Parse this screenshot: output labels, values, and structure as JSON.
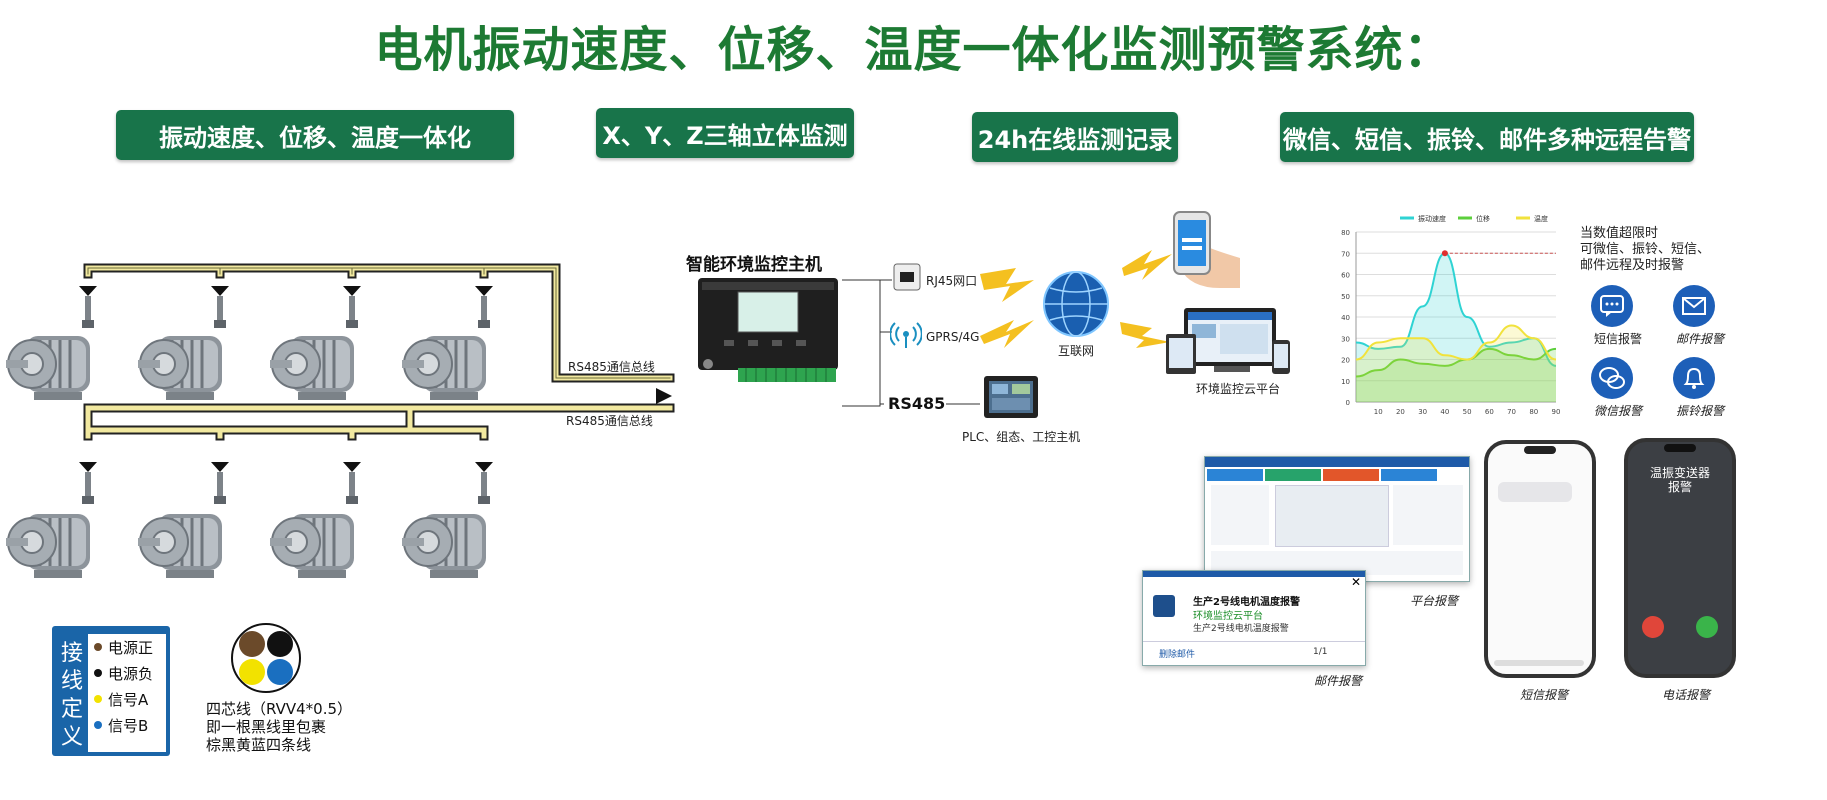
{
  "title": "电机振动速度、位移、温度一体化监测预警系统：",
  "badges": [
    "振动速度、位移、温度一体化",
    "X、Y、Z三轴立体监测",
    "24h在线监测记录",
    "微信、短信、振铃、邮件多种远程告警"
  ],
  "host": {
    "title": "智能环境监控主机"
  },
  "bus": {
    "label1": "RS485通信总线",
    "label2": "RS485通信总线"
  },
  "links": {
    "rj45": "RJ45网口",
    "gprs": "GPRS/4G",
    "rs485": "RS485",
    "plc": "PLC、组态、工控主机",
    "internet": "互联网",
    "cloud": "环境监控云平台"
  },
  "wiring": {
    "title": "接线定义",
    "items": [
      {
        "label": "电源正",
        "color": "#6b4a2a"
      },
      {
        "label": "电源负",
        "color": "#111111"
      },
      {
        "label": "信号A",
        "color": "#f2e200"
      },
      {
        "label": "信号B",
        "color": "#1a6fc0"
      }
    ],
    "cable_desc": [
      "四芯线（RVV4*0.5）",
      "即一根黑线里包裹",
      "棕黑黄蓝四条线"
    ]
  },
  "alert_note": [
    "当数值超限时",
    "可微信、振铃、短信、",
    "邮件远程及时报警"
  ],
  "alert_icons": [
    "短信报警",
    "邮件报警",
    "微信报警",
    "振铃报警"
  ],
  "captions": {
    "platform": "平台报警",
    "mail": "邮件报警",
    "sms": "短信报警",
    "call": "电话报警"
  },
  "mail_popup": {
    "line1": "生产2号线电机温度报警",
    "line2": "环境监控云平台",
    "line3": "生产2号线电机温度报警",
    "delete": "删除邮件",
    "pager": "1/1"
  },
  "call_screen": {
    "title": "温振变送器\n报警"
  },
  "chart_data": {
    "type": "line",
    "legend": [
      "振动速度",
      "位移",
      "温度"
    ],
    "x": [
      0,
      10,
      20,
      30,
      40,
      50,
      60,
      70,
      80,
      90
    ],
    "series": [
      {
        "name": "振动速度",
        "color": "#2fd3d3",
        "values": [
          28,
          25,
          26,
          45,
          70,
          40,
          26,
          28,
          30,
          17
        ]
      },
      {
        "name": "位移",
        "color": "#5ccf3c",
        "values": [
          12,
          15,
          20,
          18,
          17,
          20,
          25,
          22,
          20,
          25
        ]
      },
      {
        "name": "温度",
        "color": "#f1e23c",
        "values": [
          20,
          28,
          30,
          30,
          22,
          20,
          28,
          36,
          30,
          20
        ]
      }
    ],
    "xticks": [
      "10",
      "20",
      "30",
      "40",
      "50",
      "60",
      "70",
      "80",
      "90"
    ],
    "yticks": [
      "0",
      "10",
      "20",
      "30",
      "40",
      "50",
      "60",
      "70",
      "80"
    ],
    "ylim": [
      0,
      80
    ],
    "threshold": 70
  },
  "colors": {
    "green": "#18744a",
    "titleGreen": "#1d7a33",
    "blue": "#1a65a8"
  }
}
